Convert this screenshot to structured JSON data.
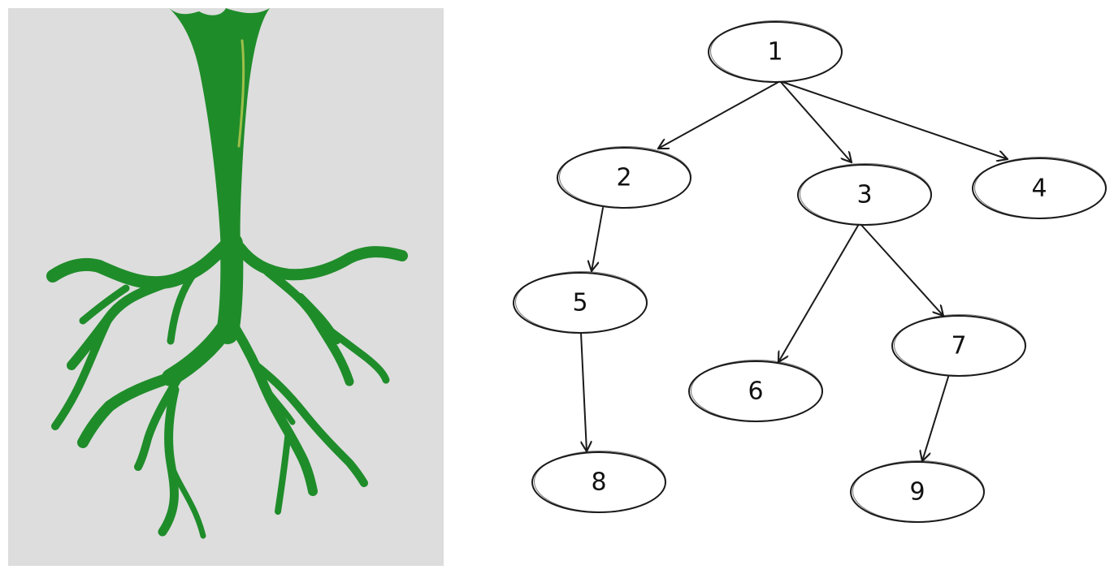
{
  "left_panel": {
    "subject": "plant-roots",
    "colors": {
      "background": "#dddddd",
      "plant": "#1f8c2a"
    }
  },
  "tree": {
    "nodes": [
      {
        "id": "1",
        "label": "1"
      },
      {
        "id": "2",
        "label": "2"
      },
      {
        "id": "3",
        "label": "3"
      },
      {
        "id": "4",
        "label": "4"
      },
      {
        "id": "5",
        "label": "5"
      },
      {
        "id": "6",
        "label": "6"
      },
      {
        "id": "7",
        "label": "7"
      },
      {
        "id": "8",
        "label": "8"
      },
      {
        "id": "9",
        "label": "9"
      }
    ],
    "edges": [
      {
        "from": "1",
        "to": "2"
      },
      {
        "from": "1",
        "to": "3"
      },
      {
        "from": "1",
        "to": "4"
      },
      {
        "from": "2",
        "to": "5"
      },
      {
        "from": "3",
        "to": "6"
      },
      {
        "from": "3",
        "to": "7"
      },
      {
        "from": "5",
        "to": "8"
      },
      {
        "from": "7",
        "to": "9"
      }
    ],
    "colors": {
      "stroke": "#1a1a1a",
      "fill": "#ffffff"
    }
  }
}
